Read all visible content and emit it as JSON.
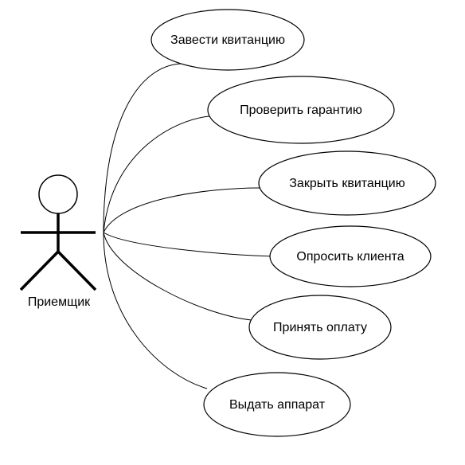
{
  "actor": {
    "name": "Приемщик"
  },
  "use_cases": [
    {
      "label": "Завести квитанцию"
    },
    {
      "label": "Проверить гарантию"
    },
    {
      "label": "Закрыть квитанцию"
    },
    {
      "label": "Опросить клиента"
    },
    {
      "label": "Принять оплату"
    },
    {
      "label": "Выдать аппарат"
    }
  ],
  "colors": {
    "stroke": "#000000",
    "background": "#ffffff"
  }
}
